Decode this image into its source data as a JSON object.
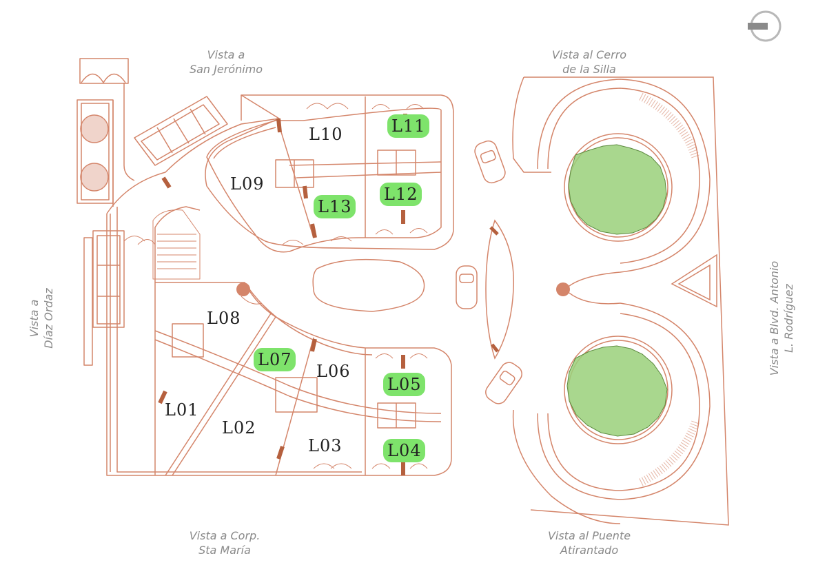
{
  "colors": {
    "line": "#d4856a",
    "available": "#7ee36b",
    "tree": "#9ad07a",
    "label_gray": "#8a8a8a"
  },
  "views": {
    "north_left": [
      "Vista a",
      "San Jerónimo"
    ],
    "north_right": [
      "Vista al Cerro",
      "de la Silla"
    ],
    "west": [
      "Vista a",
      "Díaz Ordaz"
    ],
    "east": [
      "Vista a Blvd. Antonio",
      "L. Rodríguez"
    ],
    "south_left": [
      "Vista a Corp.",
      "Sta María"
    ],
    "south_right": [
      "Vista al Puente",
      "Atirantado"
    ]
  },
  "units": [
    {
      "id": "L10",
      "label": "L10",
      "available": false
    },
    {
      "id": "L11",
      "label": "L11",
      "available": true
    },
    {
      "id": "L09",
      "label": "L09",
      "available": false
    },
    {
      "id": "L12",
      "label": "L12",
      "available": true
    },
    {
      "id": "L13",
      "label": "L13",
      "available": true
    },
    {
      "id": "L08",
      "label": "L08",
      "available": false
    },
    {
      "id": "L07",
      "label": "L07",
      "available": true
    },
    {
      "id": "L06",
      "label": "L06",
      "available": false
    },
    {
      "id": "L05",
      "label": "L05",
      "available": true
    },
    {
      "id": "L01",
      "label": "L01",
      "available": false
    },
    {
      "id": "L02",
      "label": "L02",
      "available": false
    },
    {
      "id": "L03",
      "label": "L03",
      "available": false
    },
    {
      "id": "L04",
      "label": "L04",
      "available": true
    }
  ],
  "icons": {
    "compass": "north-compass-icon",
    "car": "car-icon",
    "tree": "tree-canopy-icon"
  }
}
